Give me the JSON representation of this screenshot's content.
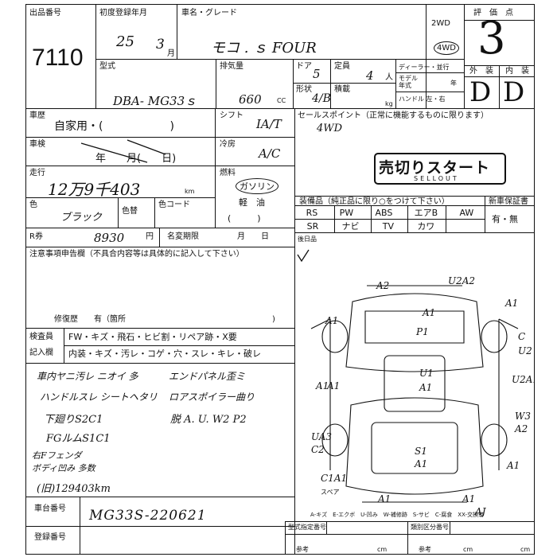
{
  "header": {
    "lot_label": "出品番号",
    "lot_number": "7110",
    "first_reg_label": "初度登録年月",
    "reg_year": "25",
    "reg_month": "3",
    "month_unit": "月",
    "carname_label": "車名・グレード",
    "car_name": "モコ . ｓ FOUR",
    "drive_2wd": "2WD",
    "drive_4wd": "4WD",
    "grade_label": "評　価　点",
    "grade_value": "3",
    "model_label": "型式",
    "model_value": "DBA- MG33ｓ",
    "disp_label": "排気量",
    "disp_value": "660",
    "disp_unit": "CC",
    "door_label": "ドア",
    "door_value": "5",
    "cap_label": "定員",
    "cap_value": "4",
    "cap_unit": "人",
    "shape_label": "形状",
    "shape_value": "4/B",
    "load_label": "積載",
    "load_unit": "kg",
    "dealer_label": "ディーラー・並行",
    "model_year_label": "モデル\n年式",
    "model_year_unit": "年",
    "handle_label": "ハンドル 左・右",
    "ext_label": "外　装",
    "int_label": "内　装",
    "ext_value": "D",
    "int_value": "D"
  },
  "history": {
    "use_label": "車歴",
    "use_value": "自家用・(　　　　　　)",
    "shift_label": "シフト",
    "shift_value": "IA/T",
    "inspect_label": "車検",
    "inspect_value": "年　　月(　　日)",
    "ac_label": "冷房",
    "ac_value": "A/C",
    "mileage_label": "走行",
    "mileage_value": "12万9千403",
    "mileage_unit": "km",
    "fuel_label": "燃料",
    "fuel_gas": "ガソリン",
    "fuel_light": "軽　油",
    "fuel_other": "(　　　)",
    "color_label": "色",
    "color_value": "ブラック",
    "recolor_label": "色替",
    "colorcode_label": "色コード",
    "rtax_label": "R券",
    "rtax_value": "8930",
    "rtax_unit": "円",
    "namechange_label": "名変期限",
    "namechange_value": "月　　日"
  },
  "sellpoint": {
    "label": "セールスポイント（正常に機能するものに限ります）",
    "value": "4WD",
    "stamp_main": "売切りスタート",
    "stamp_sub": "SELLOUT"
  },
  "equipment": {
    "label": "装備品（純正品に限り○をつけて下さい）",
    "warranty_label": "新車保証書",
    "warranty_value": "有・無",
    "row1": [
      "RS",
      "PW",
      "ABS",
      "エアB",
      "AW"
    ],
    "row2": [
      "SR",
      "ナビ",
      "TV",
      "カワ"
    ],
    "later_label": "後日品"
  },
  "notes": {
    "label": "注意事項申告欄（不具合内容等は具体的に記入して下さい）",
    "repair_label": "修復歴　　有（箇所"
  },
  "inspector": {
    "label1": "検査員",
    "label2": "記入欄",
    "row1": "FW・キズ・飛石・ヒビ割・リペア跡・X要",
    "row2": "内装・キズ・汚レ・コゲ・穴・スレ・キレ・破レ",
    "lines": [
      "車内ヤニ汚レ ニオイ 多",
      "エンドパネル歪ミ",
      "ハンドルスレ シートヘタリ",
      "ロアスポイラー曲り",
      "下廻りS2C1",
      "脱 A. U. W2 P2",
      "FGルムS1C1",
      "右Fフェンダ",
      "ボディ凹み  多数",
      "(旧)129403km"
    ]
  },
  "chassis": {
    "label": "車台番号",
    "value": "MG33S-220621"
  },
  "registration": {
    "label": "登録番号",
    "model_spec_label": "型式指定番号",
    "class_label": "類別区分番号",
    "ref_label": "参考",
    "cm_unit": "cm"
  },
  "diagram": {
    "marks": [
      "A2",
      "U2A2",
      "A1",
      "A1",
      "A1",
      "P1",
      "A1",
      "C",
      "U2",
      "U2A1",
      "U1",
      "A1",
      "A1",
      "W3",
      "A2",
      "UA3",
      "C2",
      "S1",
      "A1",
      "A1",
      "C1A1",
      "スペア",
      "A1",
      "A1",
      "AJ"
    ],
    "legend": "A-キズ　E-エクボ　U-凹み　W-補修跡　S-サビ　C-腐食　XX-交換済"
  }
}
